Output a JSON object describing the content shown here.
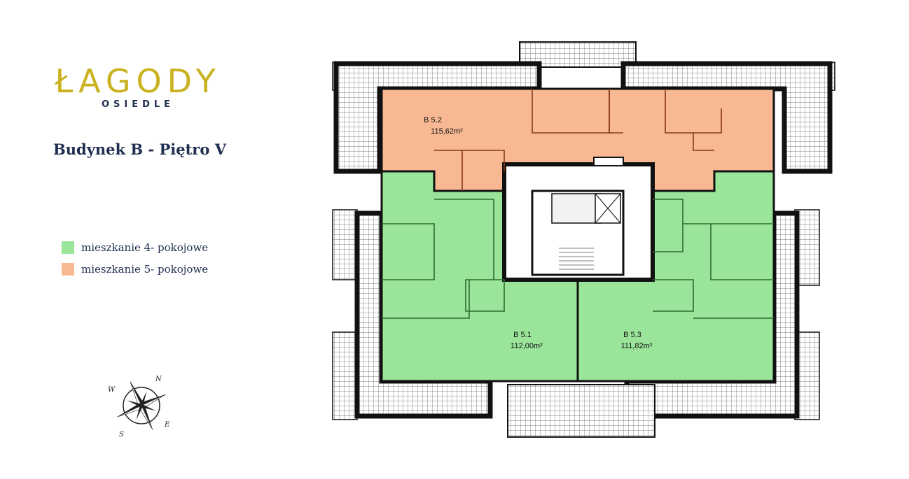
{
  "logo": {
    "main": "ŁAGODY",
    "sub": "OSIEDLE"
  },
  "title": "Budynek B - Piętro V",
  "legend": [
    {
      "label": "mieszkanie 4- pokojowe",
      "color": "#9be59b"
    },
    {
      "label": "mieszkanie 5- pokojowe",
      "color": "#f7b893"
    }
  ],
  "compass": {
    "n": "N",
    "e": "E",
    "s": "S",
    "w": "W"
  },
  "units": [
    {
      "id": "B 5.1",
      "area": "112,00m²"
    },
    {
      "id": "B 5.2",
      "area": "115,62m²"
    },
    {
      "id": "B 5.3",
      "area": "111,82m²"
    }
  ]
}
